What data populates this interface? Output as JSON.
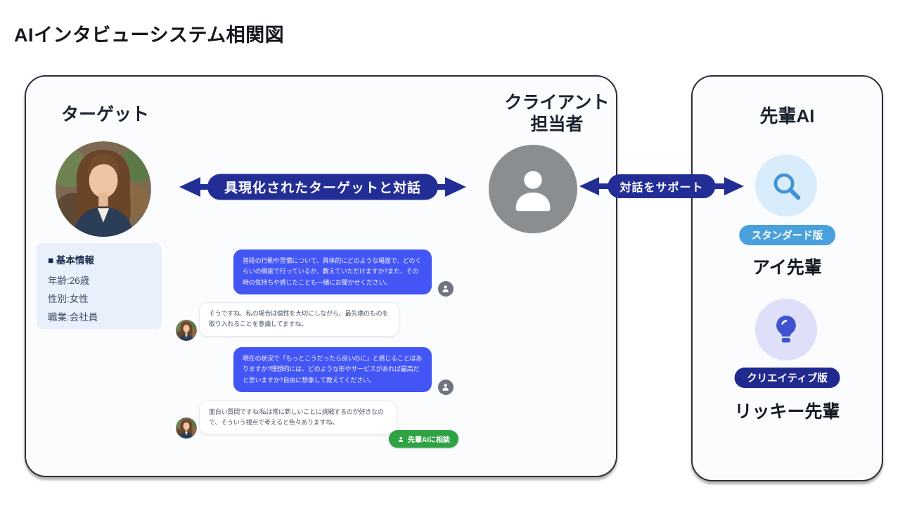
{
  "page": {
    "title": "AIインタビューシステム相関図"
  },
  "left_panel": {
    "target": {
      "label": "ターゲット"
    },
    "client": {
      "line1": "クライアント",
      "line2": "担当者"
    },
    "profile": {
      "header": "■ 基本情報",
      "rows": [
        "年齢:26歳",
        "性別:女性",
        "職業:会社員"
      ]
    },
    "chat": {
      "messages": [
        {
          "from": "client",
          "text": "普段の行動や習慣について、具体的にどのような場面で、どのくらいの頻度で行っているか、教えていただけますか?また、その時の気持ちや感じたことも一緒にお聞かせください。"
        },
        {
          "from": "target",
          "text": "そうですね、私の場合は個性を大切にしながら、最先端のものを取り入れることを意識してますね。"
        },
        {
          "from": "client",
          "text": "現在の状況で「もっとこうだったら良いのに」と感じることはありますか?理想的には、どのような形やサービスがあれば最高だと思いますか?自由に想像して教えてください。"
        },
        {
          "from": "target",
          "text": "面白い質問ですね!私は常に新しいことに挑戦するのが好きなので、そういう視点で考えると色々ありますね。"
        }
      ],
      "consult_button_label": "先輩AIに相談"
    }
  },
  "arrows": {
    "target_client_label": "具現化されたターゲットと対話",
    "client_ai_label": "対話をサポート"
  },
  "right_panel": {
    "title": "先輩AI",
    "assistants": [
      {
        "icon": "magnifier-icon",
        "badge": "スタンダード版",
        "name": "アイ先輩"
      },
      {
        "icon": "bulb-icon",
        "badge": "クリエイティブ版",
        "name": "リッキー先輩"
      }
    ]
  },
  "colors": {
    "arrow_navy": "#232d96",
    "chat_bubble_blue": "#4355f5",
    "consult_green": "#2fa344",
    "badge_standard": "#4aa0dc",
    "badge_creative": "#202a8e",
    "profile_card_bg": "#e8f1fb"
  }
}
